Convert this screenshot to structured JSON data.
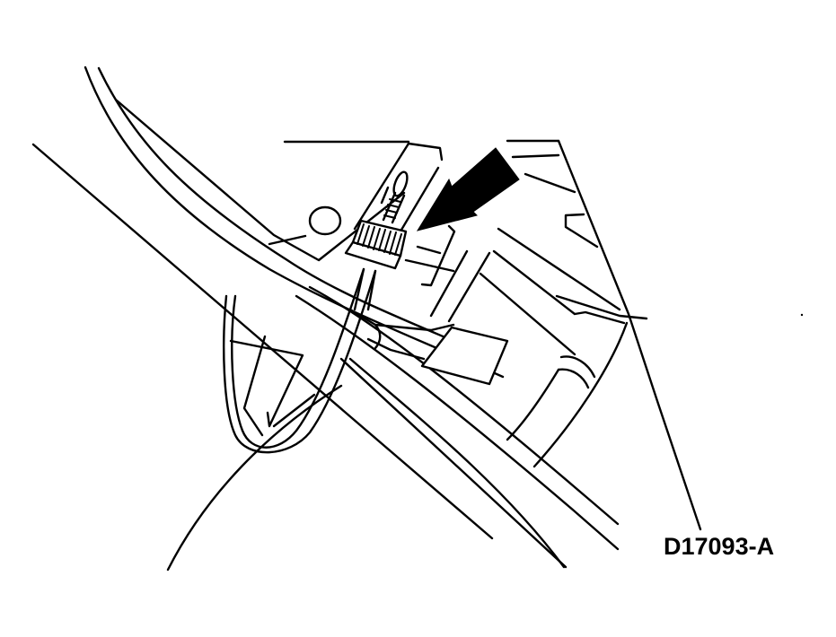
{
  "diagram": {
    "type": "technical-line-illustration",
    "subject": "Cable with threaded knurled nut/adjuster attached at bracket, arrow indicating attachment point",
    "figure_id": "D17093-A",
    "callouts": [
      {
        "kind": "arrow",
        "direction": "pointing down-left",
        "target": "knurled cable adjuster nut"
      }
    ],
    "colors": {
      "line": "#000000",
      "background": "#ffffff"
    }
  }
}
